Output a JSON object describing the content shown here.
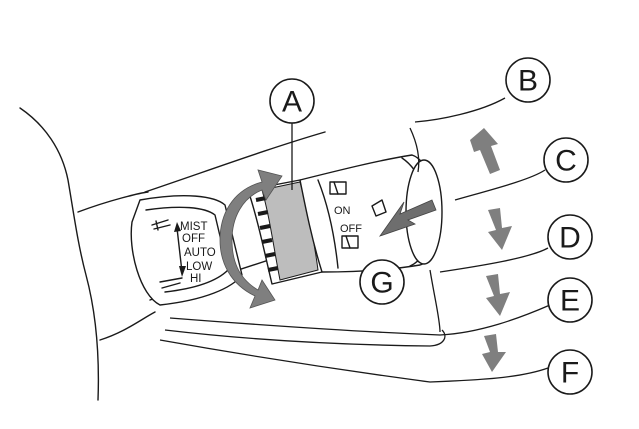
{
  "callouts": [
    "A",
    "B",
    "C",
    "D",
    "E",
    "F",
    "G"
  ],
  "wiper_positions": [
    "MIST",
    "OFF",
    "AUTO",
    "LOW",
    "HI"
  ],
  "washer_ring_labels": {
    "on": "ON",
    "off": "OFF"
  },
  "colors": {
    "arrow_gray": "#7f7f7f",
    "arrow_dark": "#6e6e6e",
    "band_gray": "#bdbdbd",
    "line": "#1a1a1a"
  }
}
